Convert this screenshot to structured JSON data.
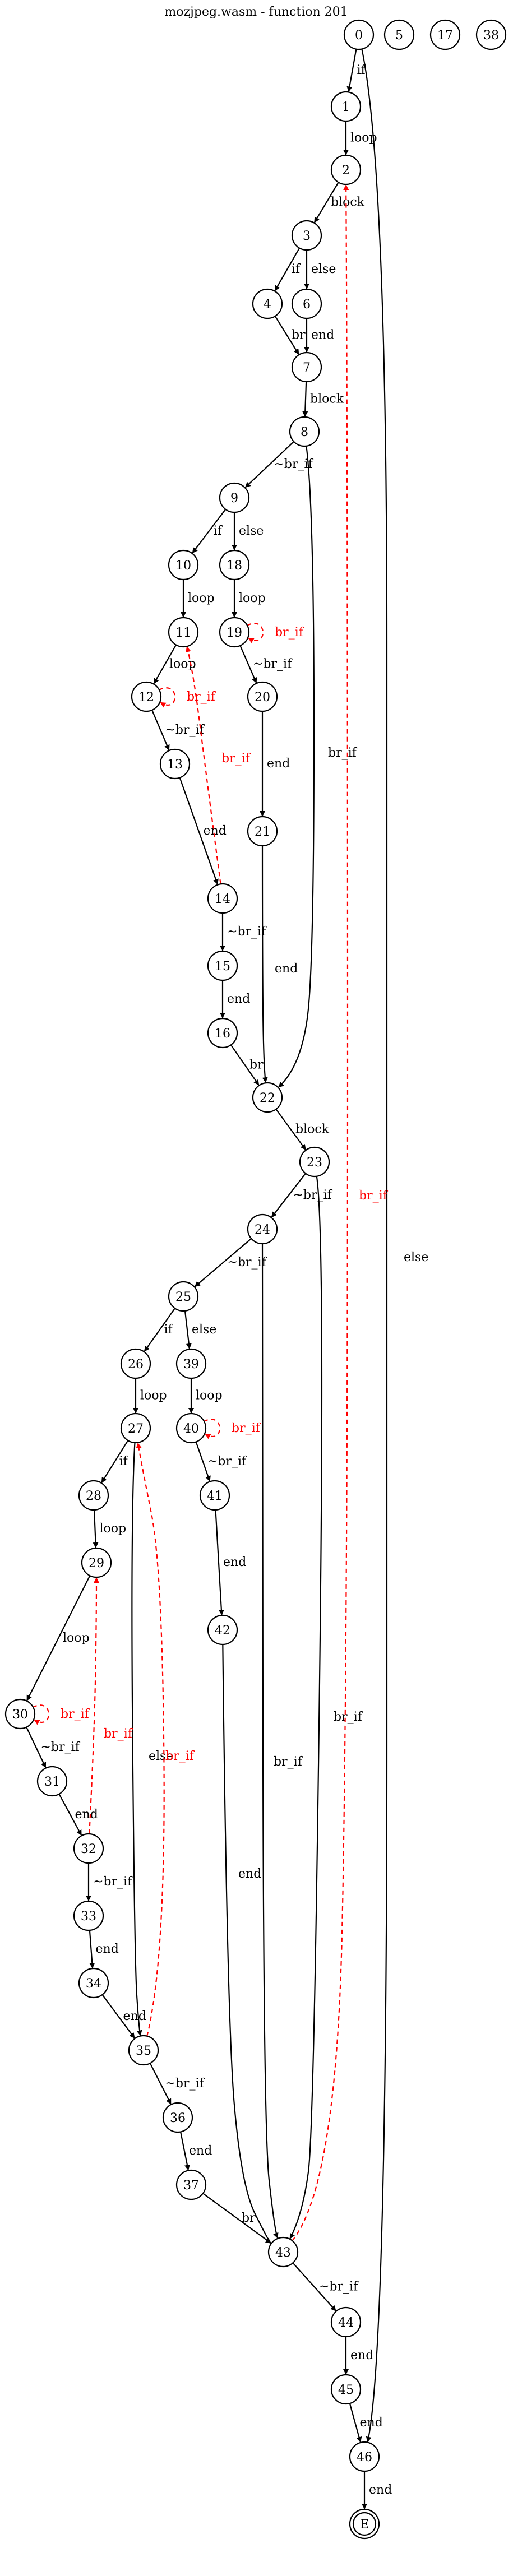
{
  "title": "mozjpeg.wasm - function 201",
  "colors": {
    "normal": "#000000",
    "back": "#ff0000"
  },
  "nodes": [
    {
      "id": "0",
      "label": "0"
    },
    {
      "id": "5",
      "label": "5"
    },
    {
      "id": "17",
      "label": "17"
    },
    {
      "id": "38",
      "label": "38"
    },
    {
      "id": "1",
      "label": "1"
    },
    {
      "id": "2",
      "label": "2"
    },
    {
      "id": "3",
      "label": "3"
    },
    {
      "id": "4",
      "label": "4"
    },
    {
      "id": "6",
      "label": "6"
    },
    {
      "id": "7",
      "label": "7"
    },
    {
      "id": "8",
      "label": "8"
    },
    {
      "id": "9",
      "label": "9"
    },
    {
      "id": "10",
      "label": "10"
    },
    {
      "id": "18",
      "label": "18"
    },
    {
      "id": "11",
      "label": "11"
    },
    {
      "id": "19",
      "label": "19"
    },
    {
      "id": "12",
      "label": "12"
    },
    {
      "id": "20",
      "label": "20"
    },
    {
      "id": "13",
      "label": "13"
    },
    {
      "id": "21",
      "label": "21"
    },
    {
      "id": "14",
      "label": "14"
    },
    {
      "id": "15",
      "label": "15"
    },
    {
      "id": "16",
      "label": "16"
    },
    {
      "id": "22",
      "label": "22"
    },
    {
      "id": "23",
      "label": "23"
    },
    {
      "id": "24",
      "label": "24"
    },
    {
      "id": "25",
      "label": "25"
    },
    {
      "id": "26",
      "label": "26"
    },
    {
      "id": "39",
      "label": "39"
    },
    {
      "id": "27",
      "label": "27"
    },
    {
      "id": "40",
      "label": "40"
    },
    {
      "id": "28",
      "label": "28"
    },
    {
      "id": "41",
      "label": "41"
    },
    {
      "id": "29",
      "label": "29"
    },
    {
      "id": "42",
      "label": "42"
    },
    {
      "id": "30",
      "label": "30"
    },
    {
      "id": "31",
      "label": "31"
    },
    {
      "id": "32",
      "label": "32"
    },
    {
      "id": "33",
      "label": "33"
    },
    {
      "id": "34",
      "label": "34"
    },
    {
      "id": "35",
      "label": "35"
    },
    {
      "id": "36",
      "label": "36"
    },
    {
      "id": "37",
      "label": "37"
    },
    {
      "id": "43",
      "label": "43"
    },
    {
      "id": "44",
      "label": "44"
    },
    {
      "id": "45",
      "label": "45"
    },
    {
      "id": "46",
      "label": "46"
    },
    {
      "id": "E",
      "label": "E",
      "final": true
    }
  ],
  "edges": [
    {
      "from": "0",
      "to": "1",
      "label": "if"
    },
    {
      "from": "0",
      "to": "46",
      "label": "else"
    },
    {
      "from": "1",
      "to": "2",
      "label": "loop"
    },
    {
      "from": "2",
      "to": "3",
      "label": "block"
    },
    {
      "from": "3",
      "to": "4",
      "label": "if"
    },
    {
      "from": "3",
      "to": "6",
      "label": "else"
    },
    {
      "from": "4",
      "to": "7",
      "label": "br"
    },
    {
      "from": "6",
      "to": "7",
      "label": "end"
    },
    {
      "from": "7",
      "to": "8",
      "label": "block"
    },
    {
      "from": "8",
      "to": "9",
      "label": "~br_if"
    },
    {
      "from": "8",
      "to": "22",
      "label": "br_if"
    },
    {
      "from": "9",
      "to": "10",
      "label": "if"
    },
    {
      "from": "9",
      "to": "18",
      "label": "else"
    },
    {
      "from": "10",
      "to": "11",
      "label": "loop"
    },
    {
      "from": "18",
      "to": "19",
      "label": "loop"
    },
    {
      "from": "11",
      "to": "12",
      "label": "loop"
    },
    {
      "from": "19",
      "to": "19",
      "label": "br_if",
      "back": true
    },
    {
      "from": "19",
      "to": "20",
      "label": "~br_if"
    },
    {
      "from": "12",
      "to": "12",
      "label": "br_if",
      "back": true
    },
    {
      "from": "12",
      "to": "13",
      "label": "~br_if"
    },
    {
      "from": "14",
      "to": "11",
      "label": "br_if",
      "back": true
    },
    {
      "from": "20",
      "to": "21",
      "label": "end"
    },
    {
      "from": "13",
      "to": "14",
      "label": "end"
    },
    {
      "from": "21",
      "to": "22",
      "label": "end"
    },
    {
      "from": "14",
      "to": "15",
      "label": "~br_if"
    },
    {
      "from": "15",
      "to": "16",
      "label": "end"
    },
    {
      "from": "16",
      "to": "22",
      "label": "br"
    },
    {
      "from": "22",
      "to": "23",
      "label": "block"
    },
    {
      "from": "23",
      "to": "24",
      "label": "~br_if"
    },
    {
      "from": "23",
      "to": "43",
      "label": "br_if"
    },
    {
      "from": "43",
      "to": "2",
      "label": "br_if",
      "back": true
    },
    {
      "from": "24",
      "to": "25",
      "label": "~br_if"
    },
    {
      "from": "24",
      "to": "43",
      "label": "br_if"
    },
    {
      "from": "25",
      "to": "26",
      "label": "if"
    },
    {
      "from": "25",
      "to": "39",
      "label": "else"
    },
    {
      "from": "26",
      "to": "27",
      "label": "loop"
    },
    {
      "from": "39",
      "to": "40",
      "label": "loop"
    },
    {
      "from": "40",
      "to": "40",
      "label": "br_if",
      "back": true
    },
    {
      "from": "27",
      "to": "28",
      "label": "if"
    },
    {
      "from": "27",
      "to": "35",
      "label": "else"
    },
    {
      "from": "40",
      "to": "41",
      "label": "~br_if"
    },
    {
      "from": "28",
      "to": "29",
      "label": "loop"
    },
    {
      "from": "41",
      "to": "42",
      "label": "end"
    },
    {
      "from": "29",
      "to": "30",
      "label": "loop"
    },
    {
      "from": "42",
      "to": "43",
      "label": "end"
    },
    {
      "from": "30",
      "to": "30",
      "label": "br_if",
      "back": true
    },
    {
      "from": "30",
      "to": "31",
      "label": "~br_if"
    },
    {
      "from": "32",
      "to": "29",
      "label": "br_if",
      "back": true
    },
    {
      "from": "31",
      "to": "32",
      "label": "end"
    },
    {
      "from": "32",
      "to": "33",
      "label": "~br_if"
    },
    {
      "from": "35",
      "to": "27",
      "label": "br_if",
      "back": true
    },
    {
      "from": "33",
      "to": "34",
      "label": "end"
    },
    {
      "from": "34",
      "to": "35",
      "label": "end"
    },
    {
      "from": "35",
      "to": "36",
      "label": "~br_if"
    },
    {
      "from": "36",
      "to": "37",
      "label": "end"
    },
    {
      "from": "37",
      "to": "43",
      "label": "br"
    },
    {
      "from": "43",
      "to": "44",
      "label": "~br_if"
    },
    {
      "from": "44",
      "to": "45",
      "label": "end"
    },
    {
      "from": "45",
      "to": "46",
      "label": "end"
    },
    {
      "from": "46",
      "to": "E",
      "label": "end"
    }
  ]
}
